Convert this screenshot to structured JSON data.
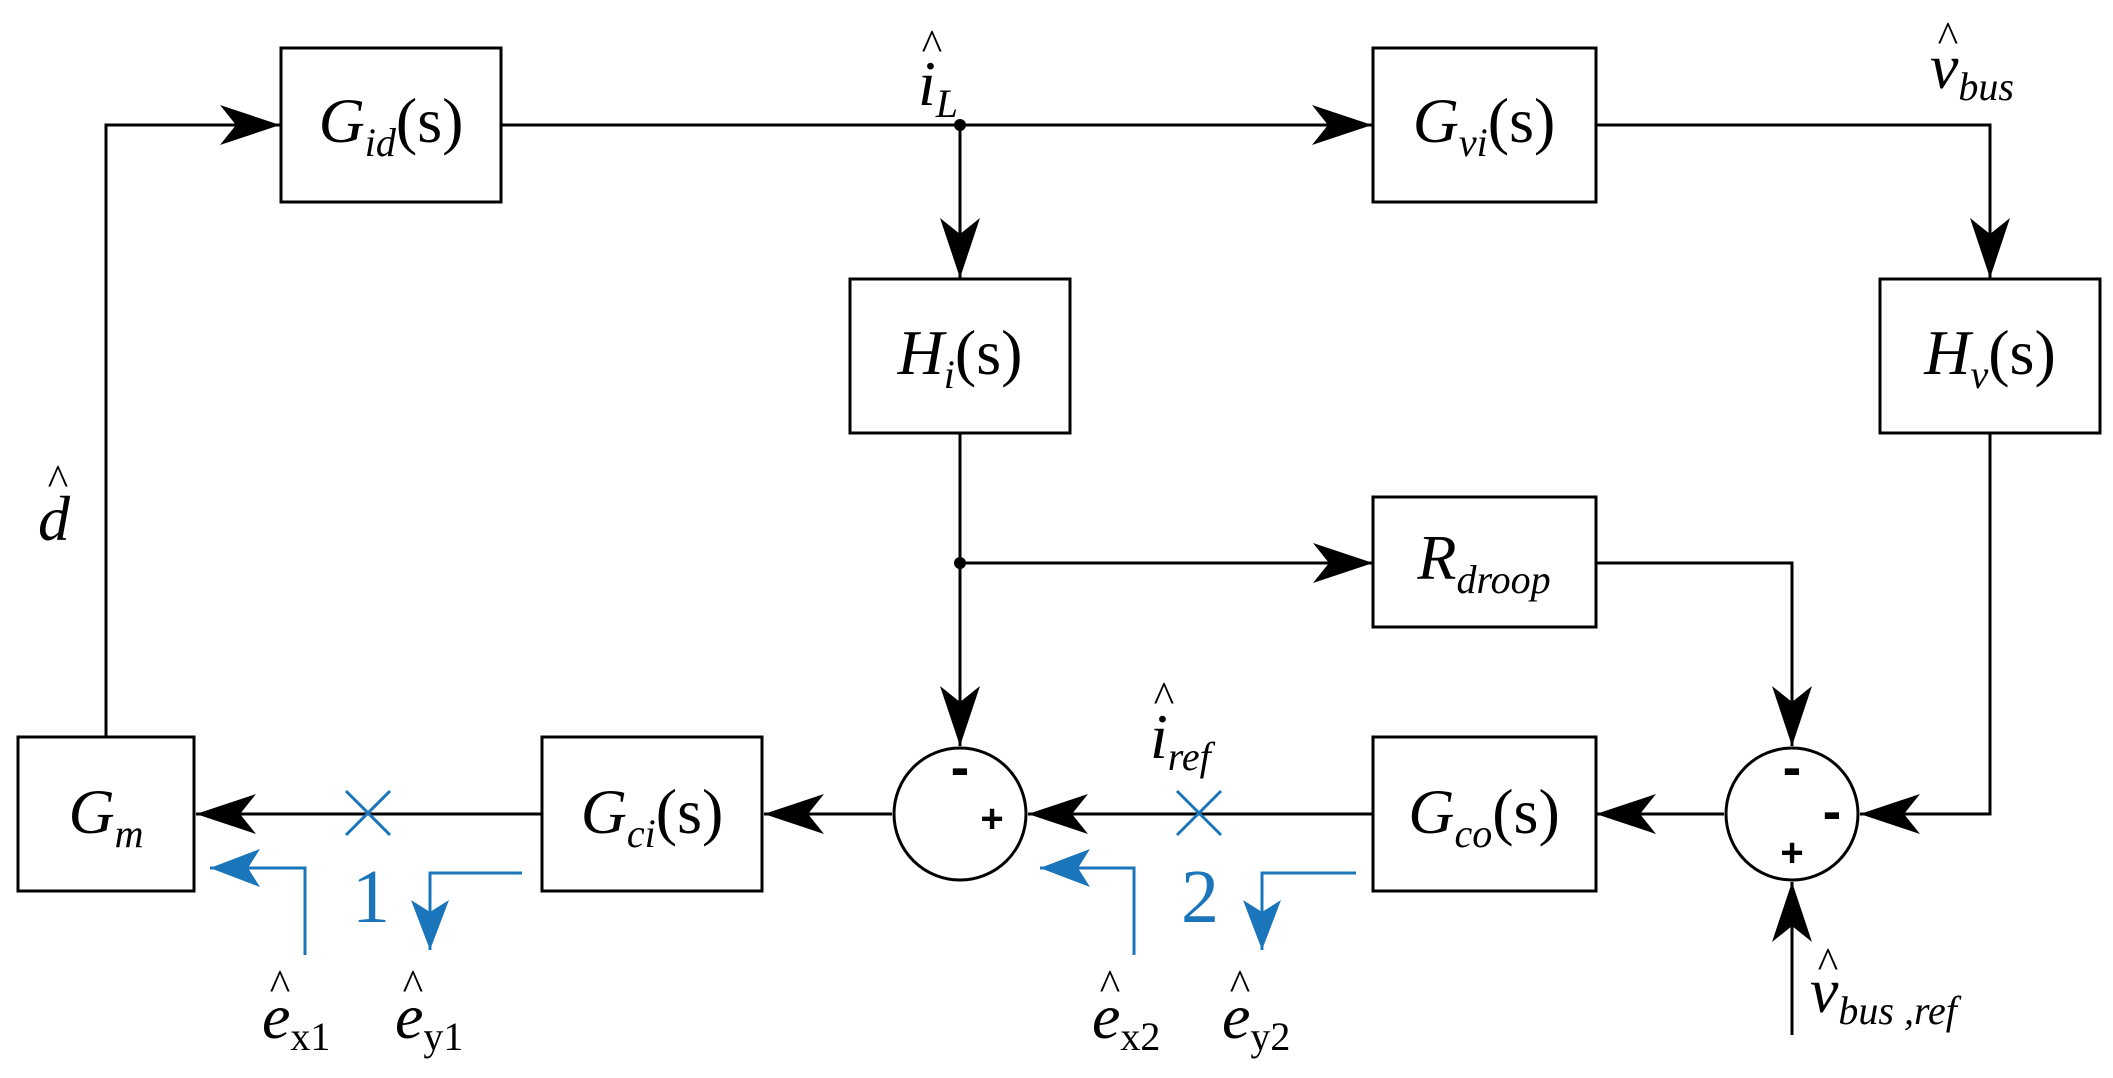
{
  "blocks": {
    "gid": {
      "sym": "G",
      "sub": "id",
      "arg": "(s)"
    },
    "gvi": {
      "sym": "G",
      "sub": "vi",
      "arg": "(s)"
    },
    "hi": {
      "sym": "H",
      "sub": "i",
      "arg": "(s)"
    },
    "hv": {
      "sym": "H",
      "sub": "v",
      "arg": "(s)"
    },
    "rdroop": {
      "sym": "R",
      "sub": "droop"
    },
    "gm": {
      "sym": "G",
      "sub": "m"
    },
    "gci": {
      "sym": "G",
      "sub": "ci",
      "arg": "(s)"
    },
    "gco": {
      "sym": "G",
      "sub": "co",
      "arg": "(s)"
    }
  },
  "signals": {
    "il": {
      "sym": "i",
      "hat": "^",
      "sub": "L"
    },
    "vbus": {
      "sym": "v",
      "hat": "^",
      "sub": "bus"
    },
    "d": {
      "sym": "d",
      "hat": "^"
    },
    "iref": {
      "sym": "i",
      "hat": "^",
      "sub": "ref"
    },
    "vbusref": {
      "sym": "v",
      "hat": "^",
      "sub": "bus ,ref"
    },
    "ex1": {
      "sym": "e",
      "hat": "^",
      "sub": "x1"
    },
    "ey1": {
      "sym": "e",
      "hat": "^",
      "sub": "y1"
    },
    "ex2": {
      "sym": "e",
      "hat": "^",
      "sub": "x2"
    },
    "ey2": {
      "sym": "e",
      "hat": "^",
      "sub": "y2"
    }
  },
  "junctions": {
    "inner": {
      "minus": "-",
      "plus": "+"
    },
    "outer": {
      "minus_top": "-",
      "minus_right": "-",
      "plus_bottom": "+"
    }
  },
  "break_points": {
    "p1": "1",
    "p2": "2"
  },
  "colors": {
    "line": "#000000",
    "injection": "#1b75bb"
  }
}
